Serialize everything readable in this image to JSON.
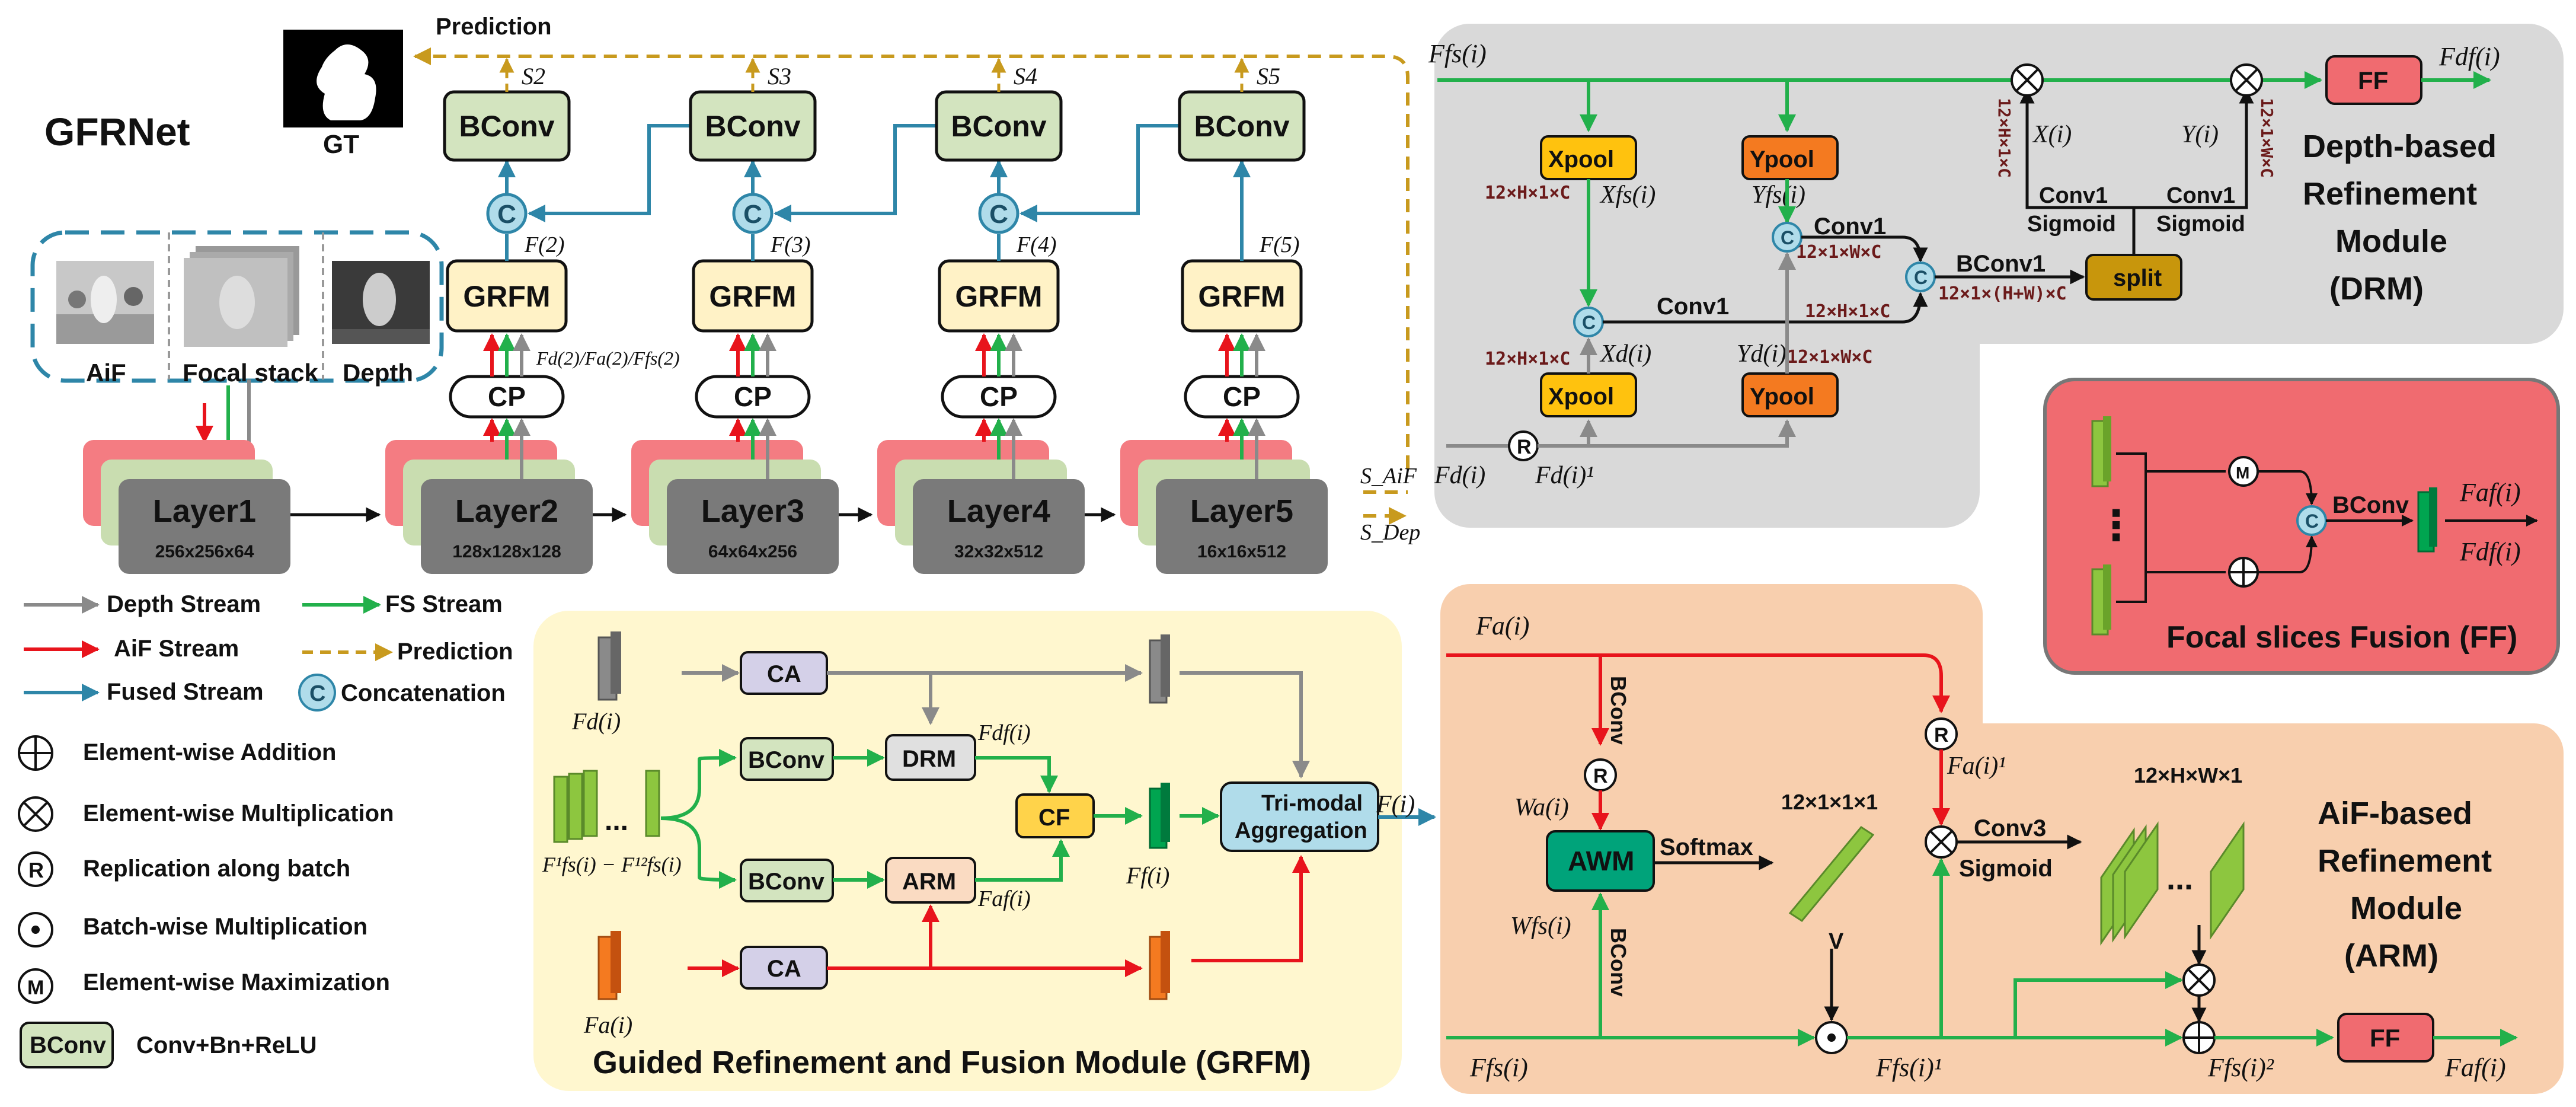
{
  "title": "GFRNet",
  "gt_label": "GT",
  "prediction_label": "Prediction",
  "inputs": {
    "aif": "AiF",
    "focal_stack": "Focal stack",
    "depth": "Depth"
  },
  "layers": [
    {
      "name": "Layer1",
      "dims": "256x256x64"
    },
    {
      "name": "Layer2",
      "dims": "128x128x128"
    },
    {
      "name": "Layer3",
      "dims": "64x64x256"
    },
    {
      "name": "Layer4",
      "dims": "32x32x512"
    },
    {
      "name": "Layer5",
      "dims": "16x16x512"
    }
  ],
  "bconv_label": "BConv",
  "grfm_label": "GRFM",
  "cp_label": "CP",
  "concat_symbol": "C",
  "side_outputs": [
    "S2",
    "S3",
    "S4",
    "S5"
  ],
  "feature_labels": [
    "F(2)",
    "F(3)",
    "F(4)",
    "F(5)"
  ],
  "cp_input_label": "Fd(2)/Fa(2)/Ffs(2)",
  "final_outputs": {
    "aif": "S_AiF",
    "dep": "S_Dep"
  },
  "legend": {
    "depth_stream": "Depth Stream",
    "fs_stream": "FS Stream",
    "aif_stream": "AiF Stream",
    "prediction": "Prediction",
    "fused_stream": "Fused Stream",
    "concatenation": "Concatenation",
    "addition": "Element-wise Addition",
    "multiplication": "Element-wise Multiplication",
    "replication": "Replication along batch",
    "batch_mult": "Batch-wise Multiplication",
    "maximization": "Element-wise Maximization",
    "bconv_desc": "Conv+Bn+ReLU",
    "r_symbol": "R",
    "m_symbol": "M"
  },
  "grfm": {
    "title": "Guided Refinement and Fusion Module (GRFM)",
    "ca": "CA",
    "bconv": "BConv",
    "drm": "DRM",
    "arm": "ARM",
    "cf": "CF",
    "tri": [
      "Tri-modal",
      "Aggregation"
    ],
    "fd": "Fd(i)",
    "fa": "Fa(i)",
    "ffs_range": "F¹fs(i) − F¹²fs(i)",
    "ffd": "Fdf(i)",
    "ffa": "Faf(i)",
    "ff": "Ff(i)",
    "fout": "F(i)",
    "dots": "..."
  },
  "drm": {
    "title": [
      "Depth-based",
      "Refinement",
      "Module",
      "(DRM)"
    ],
    "ffs": "Ffs(i)",
    "xpool": "Xpool",
    "ypool": "Ypool",
    "ff_box": "FF",
    "ffd_out": "Fdf(i)",
    "split": "split",
    "conv1": "Conv1",
    "sigmoid": "Sigmoid",
    "bconv1": "BConv1",
    "xfs": "Xfs(i)",
    "yfs": "Yfs(i)",
    "xd": "Xd(i)",
    "yd": "Yd(i)",
    "xi": "X(i)",
    "yi": "Y(i)",
    "fd": "Fd(i)",
    "fd1": "Fd(i)¹",
    "dim_hx1": "12×H×1×C",
    "dim_1xw": "12×1×W×C",
    "dim_hw": "12×1×(H+W)×C",
    "dim_vx": "12×H×1×C",
    "dim_vy": "12×1×W×C"
  },
  "ff_module": {
    "title": "Focal slices Fusion (FF)",
    "bconv": "BConv",
    "out_a": "Faf(i)",
    "out_d": "Fdf(i)",
    "dots": "⋮"
  },
  "arm": {
    "title": [
      "AiF-based",
      "Refinement",
      "Module",
      "(ARM)"
    ],
    "fa": "Fa(i)",
    "fa1": "Fa(i)¹",
    "bconv": "BConv",
    "wa": "Wa(i)",
    "wfs": "Wfs(i)",
    "awm": "AWM",
    "softmax": "Softmax",
    "dim_v": "12×1×1×1",
    "v": "V",
    "conv3": "Conv3",
    "sigmoid": "Sigmoid",
    "dim_hw1": "12×H×W×1",
    "ffs": "Ffs(i)",
    "ffs1": "Ffs(i)¹",
    "ffs2": "Ffs(i)²",
    "ff_box": "FF",
    "faf": "Faf(i)",
    "dots": "..."
  },
  "colors": {
    "depth": "#8a8a8a",
    "aif": "#e8141c",
    "fs": "#22b04b",
    "fused": "#2e86a8",
    "prediction": "#c89a1e",
    "bconv_fill": "#d3e4bf",
    "grfm_fill": "#fff5cc",
    "layer_fill": "#7a7a7a",
    "concat_fill": "#b0dcea"
  }
}
